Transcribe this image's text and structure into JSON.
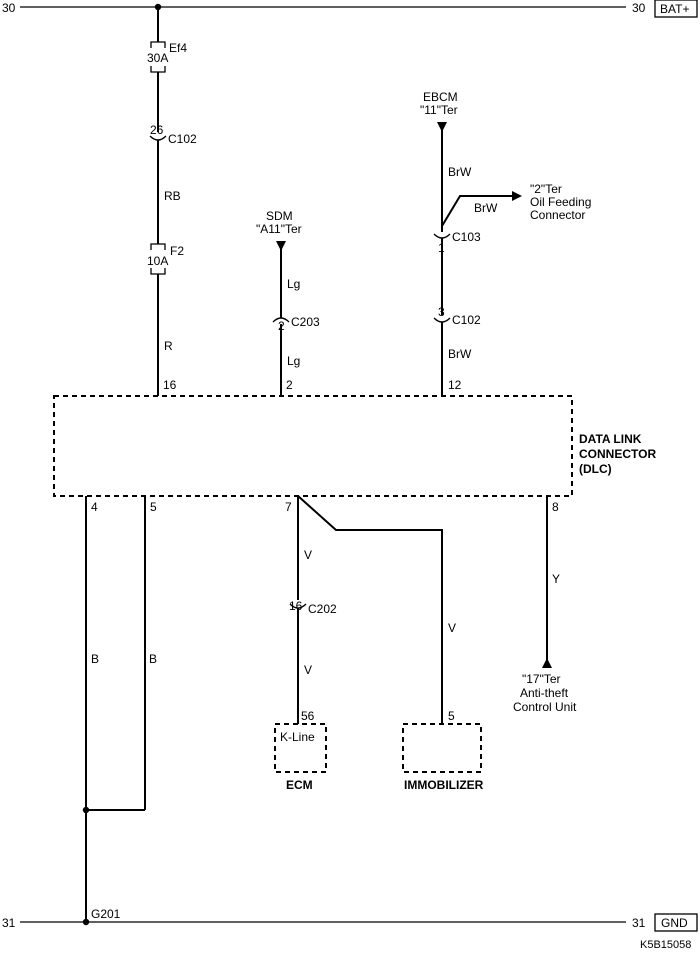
{
  "rails": {
    "top": {
      "left_num": "30",
      "right_num": "30",
      "label": "BAT+"
    },
    "bottom": {
      "left_num": "31",
      "right_num": "31",
      "label": "GND"
    }
  },
  "fuses": [
    {
      "id": "Ef4",
      "rating": "30A"
    },
    {
      "id": "F2",
      "rating": "10A"
    }
  ],
  "connectors": {
    "c102_top": {
      "pin": "26",
      "name": "C102"
    },
    "c203": {
      "pin": "2",
      "name": "C203"
    },
    "c103": {
      "pin": "1",
      "name": "C103"
    },
    "c102_right": {
      "pin": "3",
      "name": "C102"
    },
    "c202": {
      "pin": "16",
      "name": "C202"
    }
  },
  "wire_colors": {
    "rb": "RB",
    "r": "R",
    "lg_upper": "Lg",
    "lg_lower": "Lg",
    "brw_upper": "BrW",
    "brw_branch": "BrW",
    "brw_lower": "BrW",
    "b_left": "B",
    "b_right": "B",
    "v_upper": "V",
    "v_lower": "V",
    "v_right": "V",
    "y": "Y"
  },
  "sources": {
    "sdm": {
      "line1": "SDM",
      "line2": "\"A11\"Ter"
    },
    "ebcm": {
      "line1": "EBCM",
      "line2": "\"11\"Ter"
    },
    "oil": {
      "line1": "\"2\"Ter",
      "line2": "Oil Feeding",
      "line3": "Connector"
    },
    "antitheft": {
      "line1": "\"17\"Ter",
      "line2": "Anti-theft",
      "line3": "Control Unit"
    }
  },
  "dlc": {
    "line1": "DATA LINK",
    "line2": "CONNECTOR",
    "line3": "(DLC)",
    "pins_top": [
      "16",
      "2",
      "12"
    ],
    "pins_bottom": [
      "4",
      "5",
      "7",
      "8"
    ]
  },
  "ecm": {
    "pin": "56",
    "inner": "K-Line",
    "label": "ECM"
  },
  "immobilizer": {
    "pin": "5",
    "label": "IMMOBILIZER"
  },
  "ground": {
    "label": "G201"
  },
  "figure_code": "K5B15058"
}
